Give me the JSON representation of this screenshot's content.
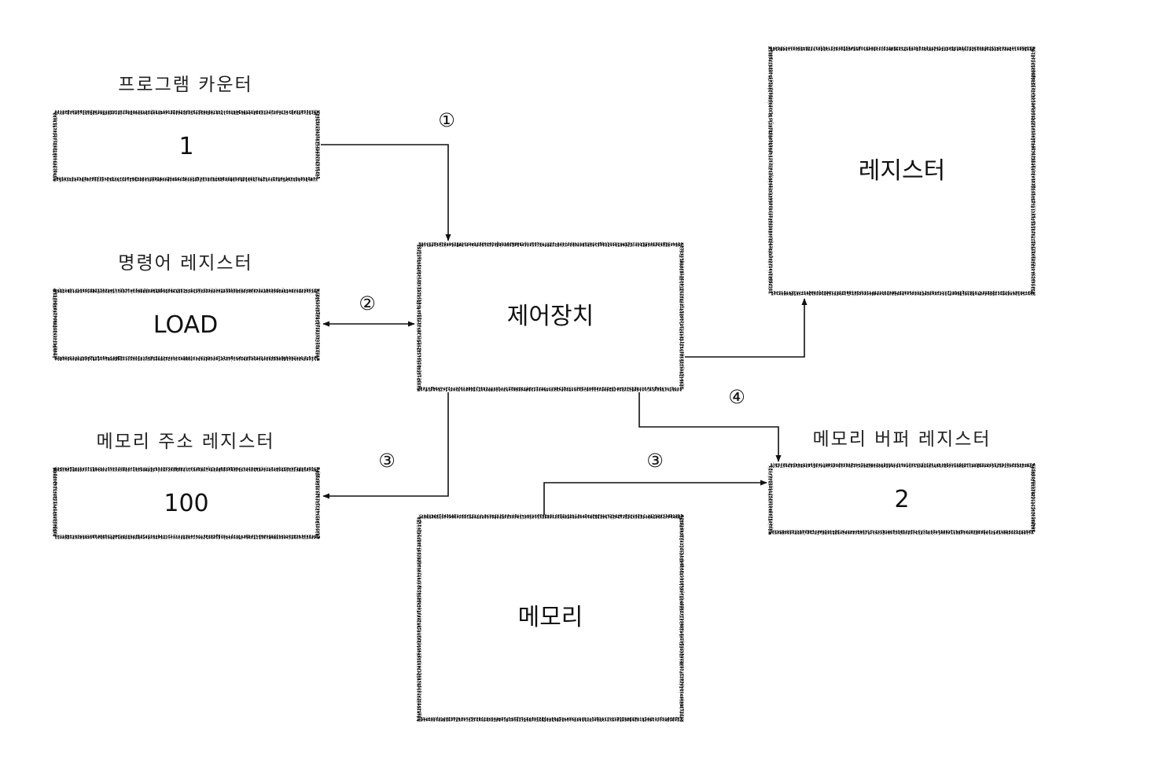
{
  "boxes": {
    "program_counter": {
      "caption": "프로그램 카운터",
      "value": "1"
    },
    "instruction_register": {
      "caption": "명령어 레지스터",
      "value": "LOAD"
    },
    "memory_address_register": {
      "caption": "메모리 주소 레지스터",
      "value": "100"
    },
    "control_unit": {
      "label": "제어장치"
    },
    "register": {
      "label": "레지스터"
    },
    "memory": {
      "label": "메모리"
    },
    "memory_buffer_register": {
      "caption": "메모리 버퍼 레지스터",
      "value": "2"
    }
  },
  "steps": {
    "pc_to_control": "①",
    "ir_control": "②",
    "control_to_mar": "③",
    "memory_to_mbr": "③",
    "control_to_mbr": "④"
  },
  "colors": {
    "stroke": "#1a1a1a",
    "background": "#ffffff"
  }
}
